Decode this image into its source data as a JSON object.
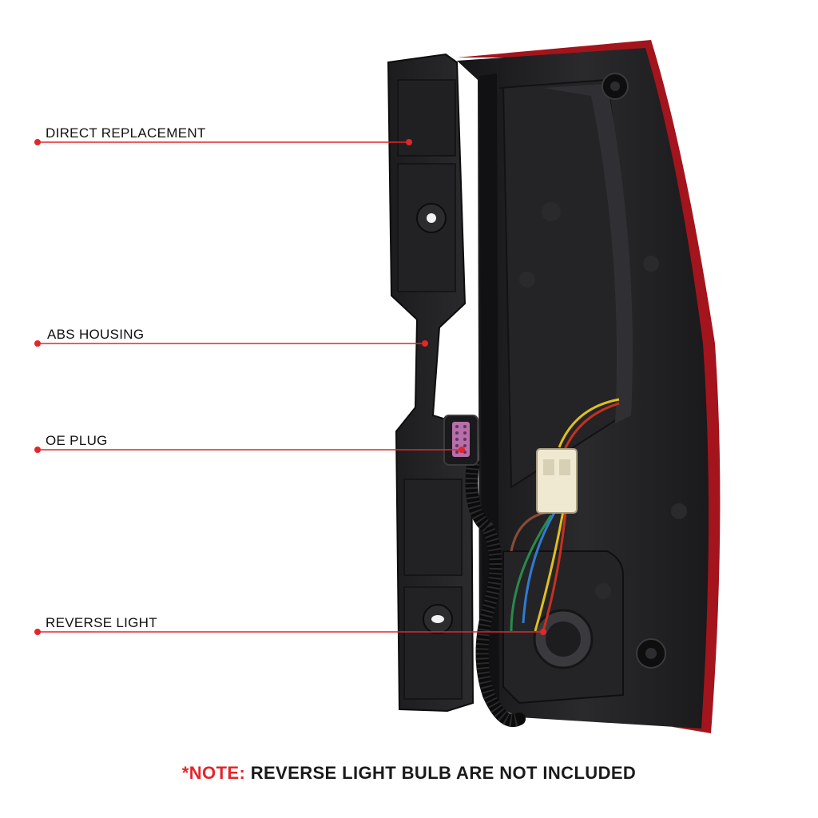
{
  "callouts": [
    {
      "label": "DIRECT REPLACEMENT"
    },
    {
      "label": "ABS HOUSING"
    },
    {
      "label": "OE PLUG"
    },
    {
      "label": "REVERSE LIGHT"
    }
  ],
  "note": {
    "prefix": "*NOTE:",
    "text": "REVERSE LIGHT BULB ARE NOT INCLUDED"
  },
  "colors": {
    "accent": "#e3262b",
    "housing": "#1d1d1f",
    "lens_edge": "#a3141c"
  }
}
